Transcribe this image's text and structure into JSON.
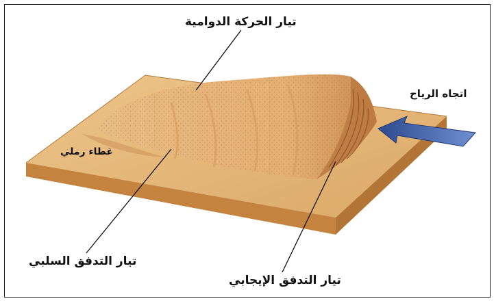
{
  "labels": {
    "vortex_current": "تيار الحركة الدوامية",
    "wind_direction": "اتجاه الرياح",
    "sand_cover": "غطاء رملي",
    "negative_flow": "تيار التدفق السلبي",
    "positive_flow": "تيار التدفق الإيجابي"
  },
  "colors": {
    "board_top": "#e7b878",
    "board_side": "#c98a43",
    "dune_body": "#e6b47a",
    "dune_shadow": "#b8763c",
    "arrow": "#3f5ea8",
    "frame": "#1a1a1a"
  },
  "icons": {
    "wind_arrow": "arrow-left-icon"
  }
}
